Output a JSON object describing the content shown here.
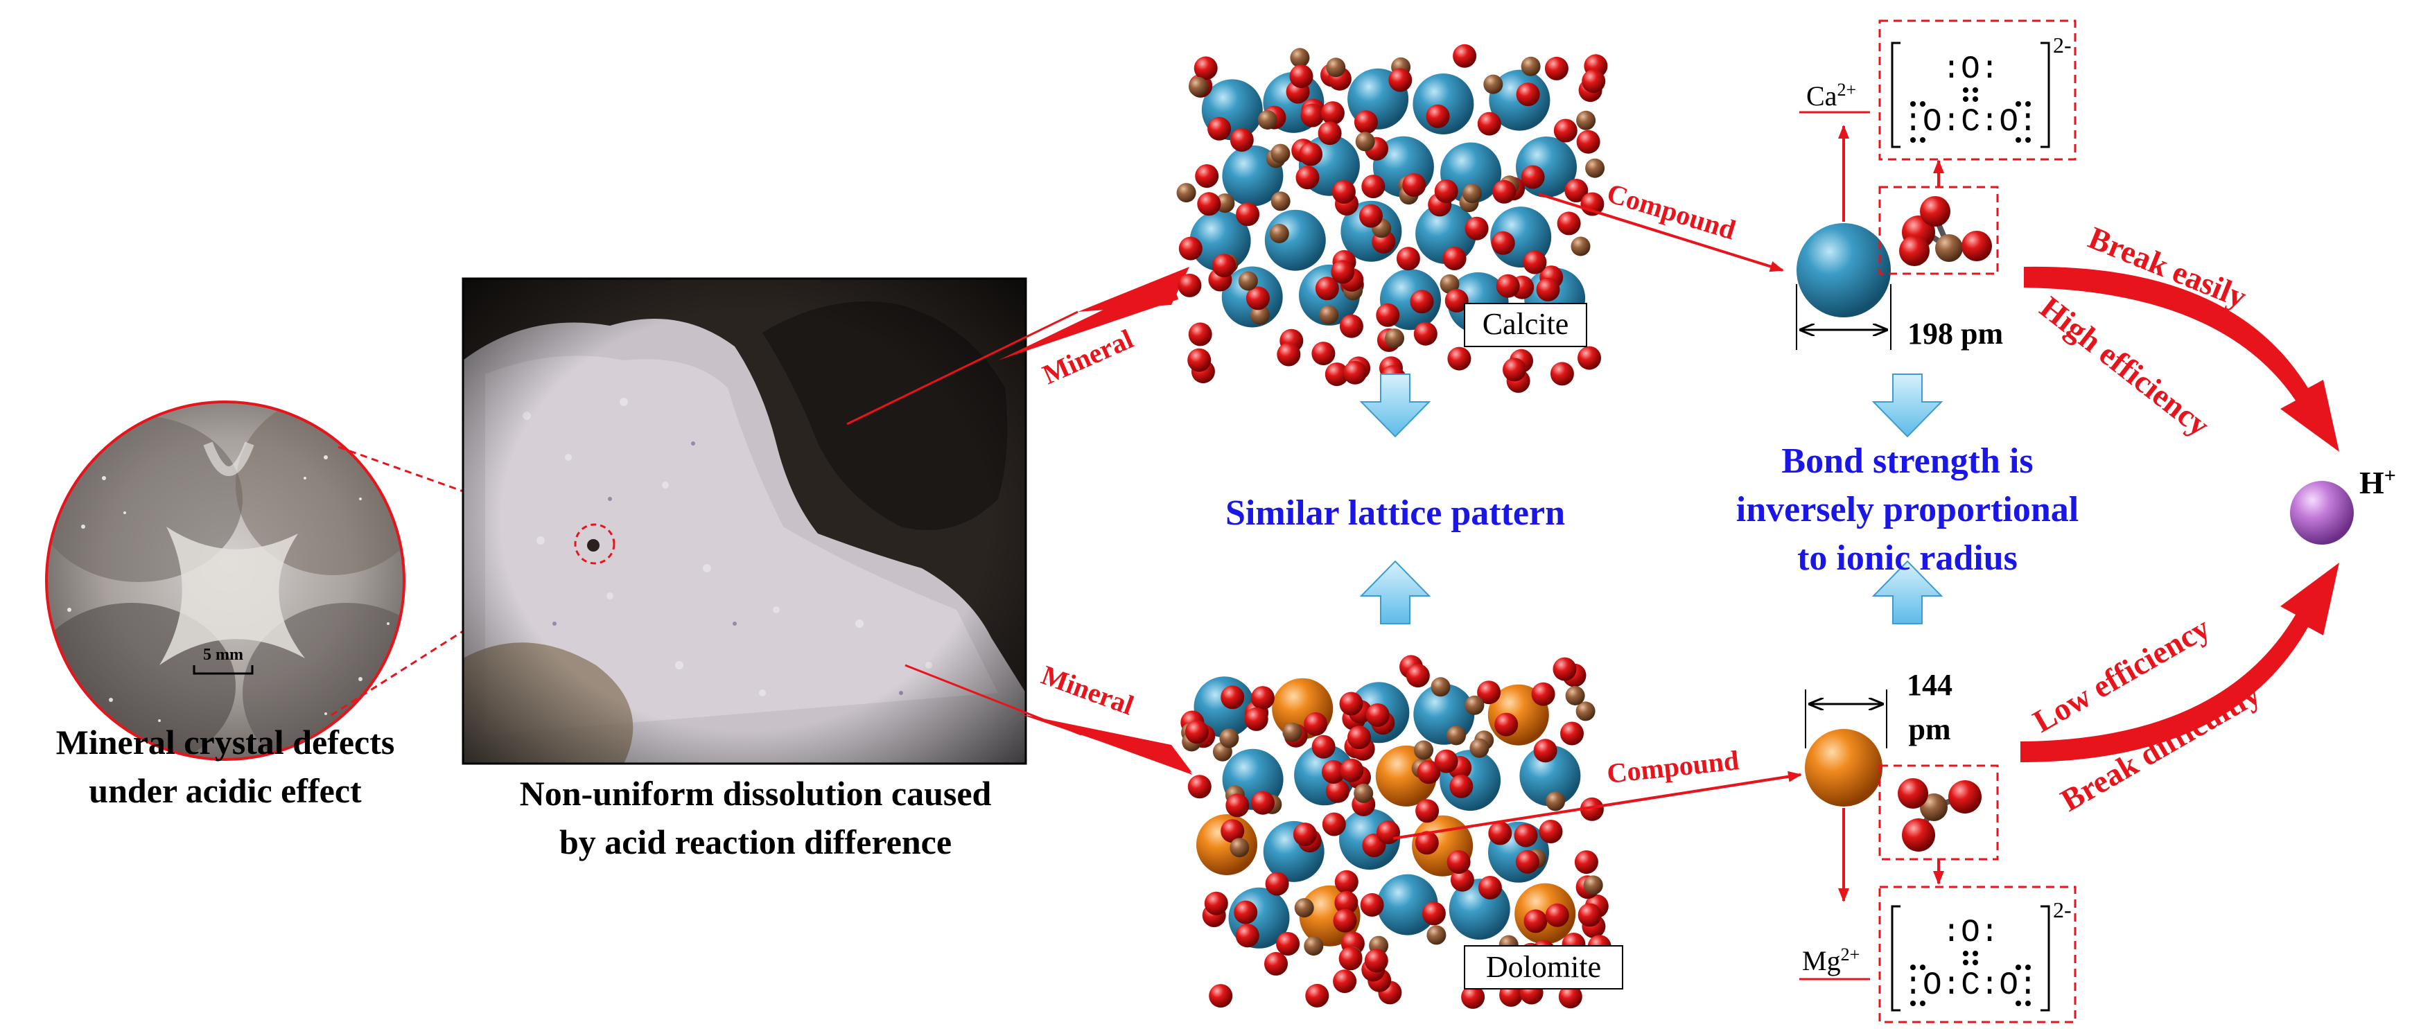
{
  "left_caption": {
    "line1": "Mineral crystal defects",
    "line2": "under acidic effect"
  },
  "scale_bar": "5 mm",
  "photo_caption": {
    "line1": "Non-uniform dissolution caused",
    "line2": "by acid reaction difference"
  },
  "arrow_labels": {
    "mineral_top": "Mineral",
    "mineral_bottom": "Mineral",
    "compound_top": "Compound",
    "compound_bottom": "Compound"
  },
  "minerals": {
    "calcite": "Calcite",
    "dolomite": "Dolomite"
  },
  "center_text": "Similar lattice pattern",
  "bond_text": {
    "line1": "Bond strength is",
    "line2": "inversely proportional",
    "line3": "to ionic radius"
  },
  "ions": {
    "ca_label": "Ca",
    "ca_charge": "2+",
    "mg_label": "Mg",
    "mg_charge": "2+",
    "ca_radius": "198 pm",
    "mg_radius_value": "144",
    "mg_radius_unit": "pm",
    "hplus": "H",
    "hplus_charge": "+"
  },
  "lewis": {
    "top_atom": ":O:",
    "row": ":O:C:O:",
    "charge": "2-"
  },
  "efficiency": {
    "top_line1": "Break easily",
    "top_line2": "High efficiency",
    "bottom_line1": "Low efficiency",
    "bottom_line2": "Break difficultly"
  },
  "colors": {
    "red": "#e8141c",
    "blue_text": "#1a16e6",
    "ca_sphere": "#2e88b0",
    "mg_sphere": "#e87816",
    "hplus_sphere": "#c07ad8",
    "oxygen": "#d81818",
    "carbon": "#8b5a3c",
    "hint_arrow": "#8fd3f4"
  }
}
